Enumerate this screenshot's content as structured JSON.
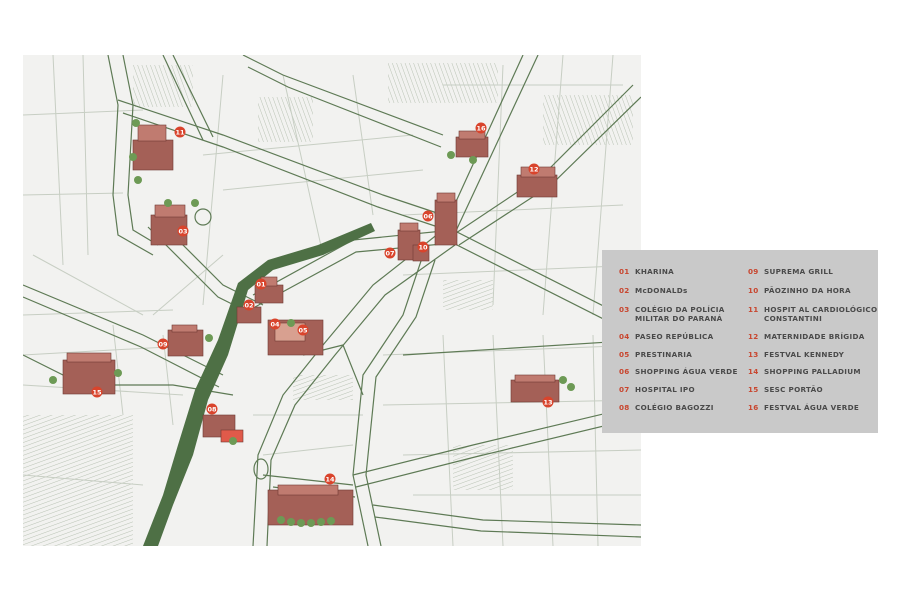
{
  "colors": {
    "road": "#5e7a55",
    "river": "#4e7045",
    "marker": "#d9442c",
    "building": "#a46057",
    "legend_bg": "#c9c9c9",
    "legend_number": "#c8462f",
    "legend_text": "#4a4a4a"
  },
  "map": {
    "markers": [
      {
        "number": "01"
      },
      {
        "number": "02"
      },
      {
        "number": "03"
      },
      {
        "number": "04"
      },
      {
        "number": "05"
      },
      {
        "number": "06"
      },
      {
        "number": "07"
      },
      {
        "number": "08"
      },
      {
        "number": "09"
      },
      {
        "number": "10"
      },
      {
        "number": "11"
      },
      {
        "number": "12"
      },
      {
        "number": "13"
      },
      {
        "number": "14"
      },
      {
        "number": "15"
      },
      {
        "number": "16"
      }
    ]
  },
  "legend": {
    "items": [
      {
        "number": "01",
        "name": "KHARINA"
      },
      {
        "number": "02",
        "name": "McDONALDs"
      },
      {
        "number": "03",
        "name": "COLÉGIO DA POLÍCIA MILITAR DO PARANÁ"
      },
      {
        "number": "04",
        "name": "PASEO REPÚBLICA"
      },
      {
        "number": "05",
        "name": "PRESTINARIA"
      },
      {
        "number": "06",
        "name": "SHOPPING ÁGUA VERDE"
      },
      {
        "number": "07",
        "name": "HOSPITAL IPO"
      },
      {
        "number": "08",
        "name": "COLÉGIO BAGOZZI"
      },
      {
        "number": "09",
        "name": "SUPREMA GRILL"
      },
      {
        "number": "10",
        "name": "PÃOZINHO DA HORA"
      },
      {
        "number": "11",
        "name": "HOSPIT AL CARDIOLÓGICO CONSTANTINI"
      },
      {
        "number": "12",
        "name": "MATERNIDADE BRÍGIDA"
      },
      {
        "number": "13",
        "name": "FESTVAL KENNEDY"
      },
      {
        "number": "14",
        "name": "SHOPPING PALLADIUM"
      },
      {
        "number": "15",
        "name": "SESC PORTÃO"
      },
      {
        "number": "16",
        "name": "FESTVAL ÁGUA VERDE"
      }
    ]
  }
}
